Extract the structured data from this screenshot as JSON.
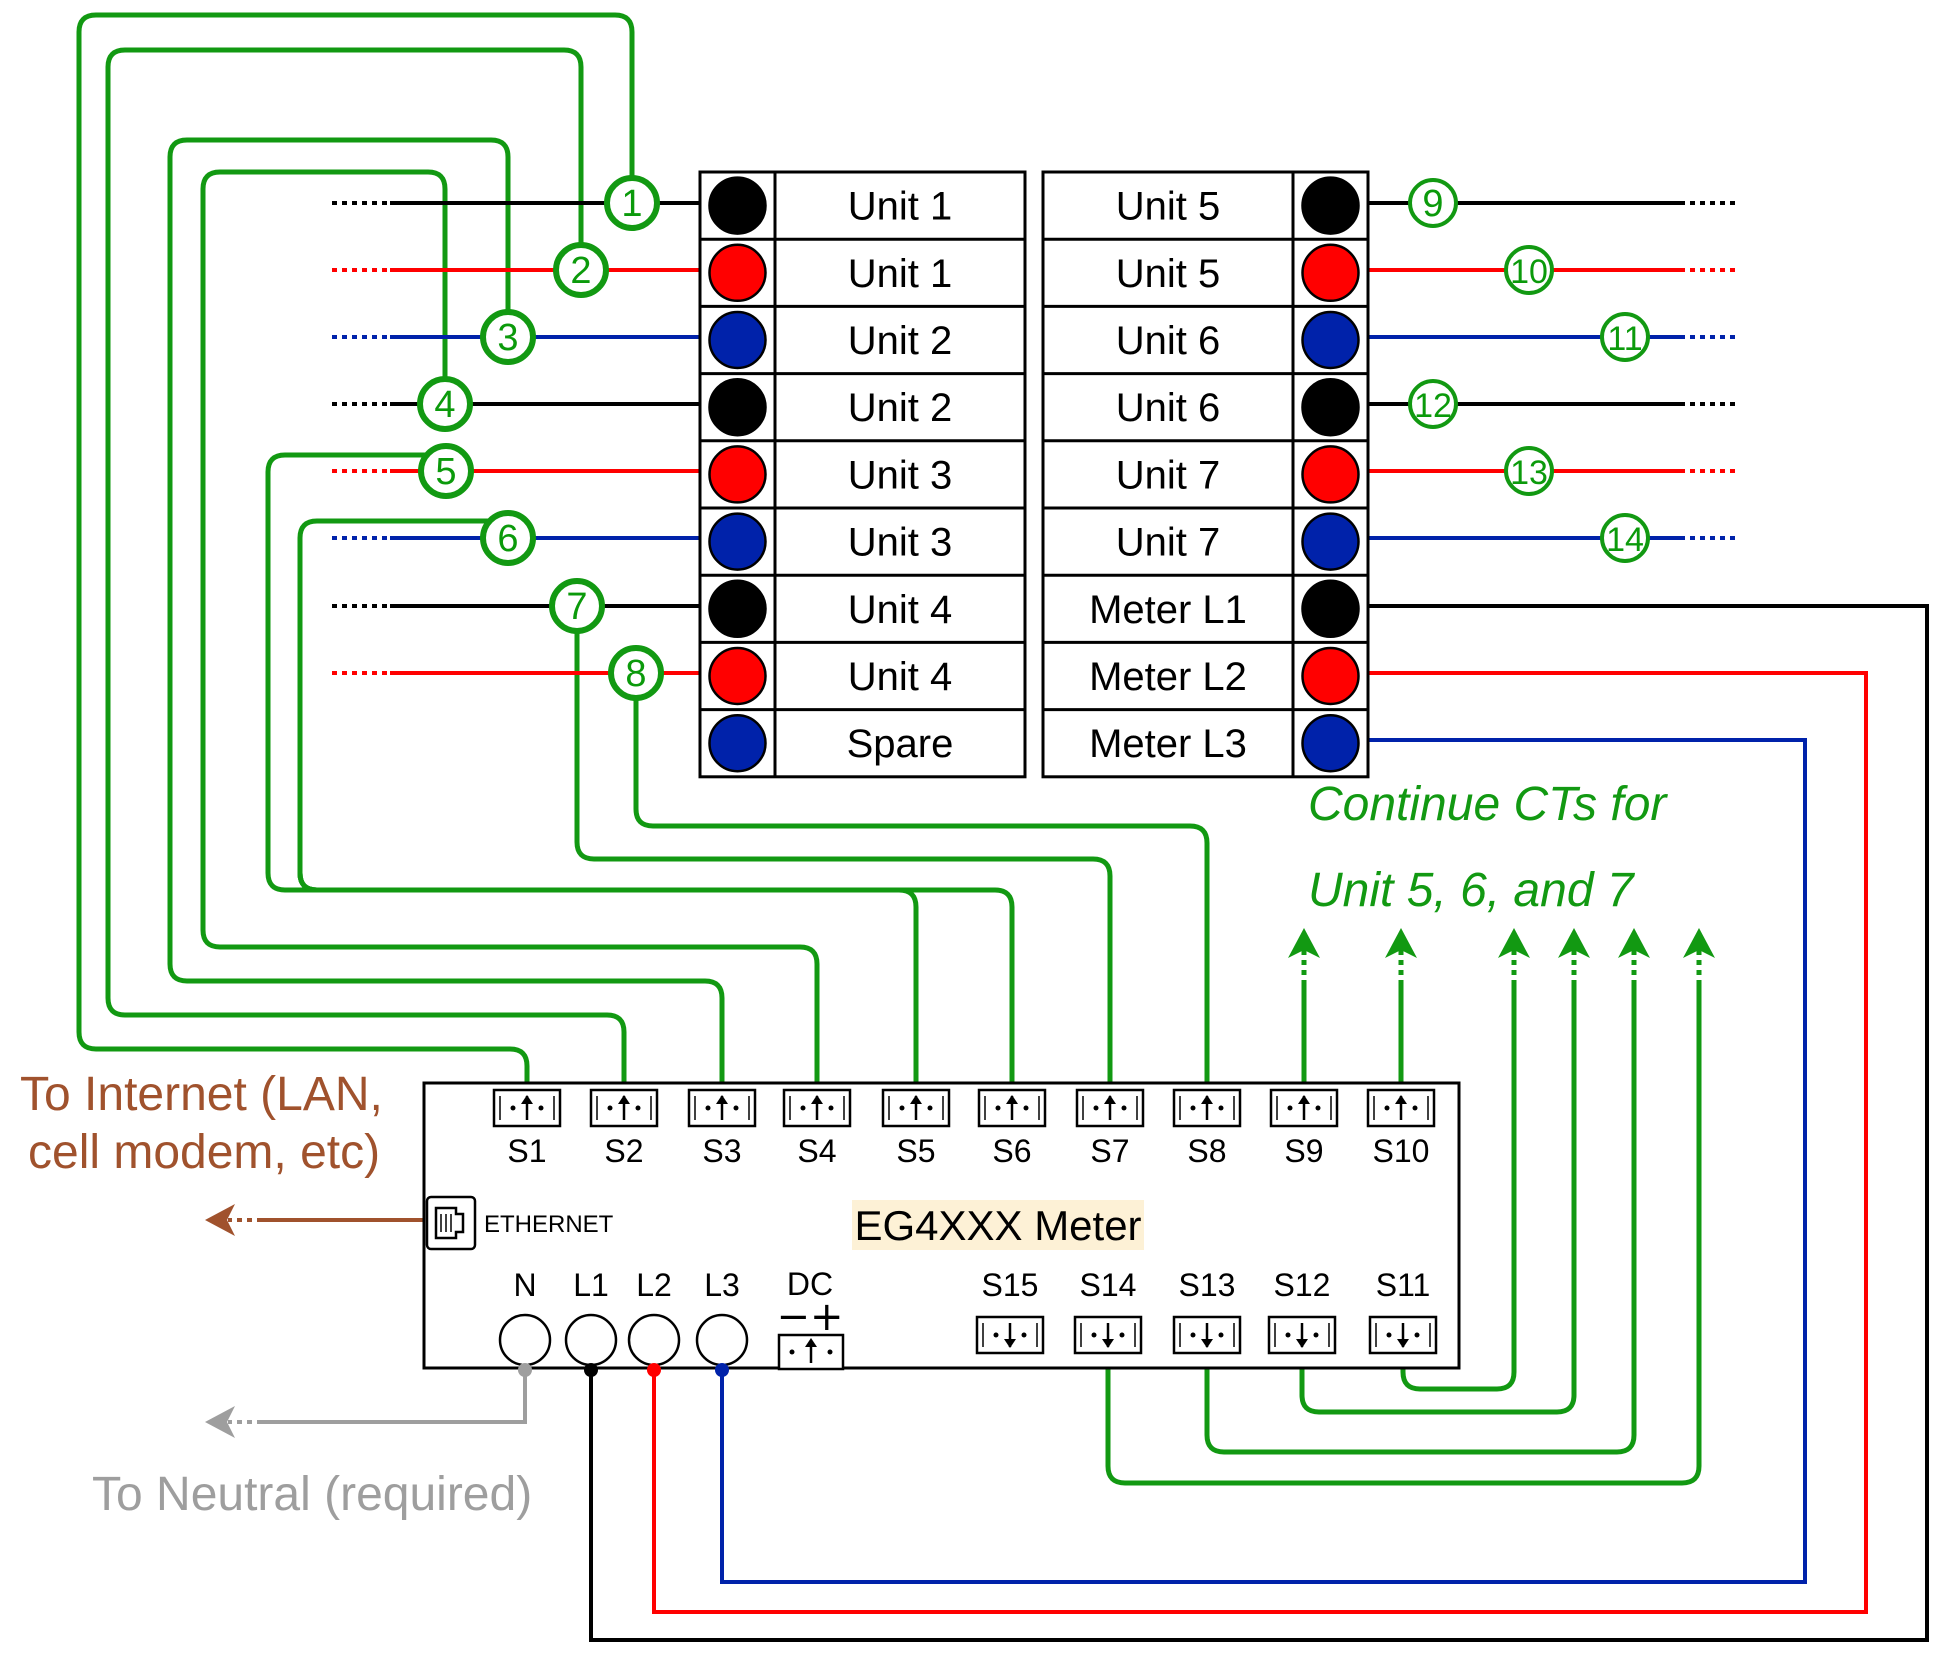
{
  "table_left": {
    "rows": [
      {
        "label": "Unit 1",
        "color": "#000000"
      },
      {
        "label": "Unit 1",
        "color": "#ff0000"
      },
      {
        "label": "Unit 2",
        "color": "#0022aa"
      },
      {
        "label": "Unit 2",
        "color": "#000000"
      },
      {
        "label": "Unit 3",
        "color": "#ff0000"
      },
      {
        "label": "Unit 3",
        "color": "#0022aa"
      },
      {
        "label": "Unit 4",
        "color": "#000000"
      },
      {
        "label": "Unit 4",
        "color": "#ff0000"
      },
      {
        "label": "Spare",
        "color": "#0022aa"
      }
    ]
  },
  "table_right": {
    "rows": [
      {
        "label": "Unit 5",
        "color": "#000000"
      },
      {
        "label": "Unit 5",
        "color": "#ff0000"
      },
      {
        "label": "Unit 6",
        "color": "#0022aa"
      },
      {
        "label": "Unit 6",
        "color": "#000000"
      },
      {
        "label": "Unit 7",
        "color": "#ff0000"
      },
      {
        "label": "Unit 7",
        "color": "#0022aa"
      },
      {
        "label": "Meter L1",
        "color": "#000000"
      },
      {
        "label": "Meter L2",
        "color": "#ff0000"
      },
      {
        "label": "Meter L3",
        "color": "#0022aa"
      }
    ]
  },
  "ct_markers": [
    "1",
    "2",
    "3",
    "4",
    "5",
    "6",
    "7",
    "8",
    "9",
    "10",
    "11",
    "12",
    "13",
    "14"
  ],
  "meter": {
    "title": "EG4XXX Meter",
    "top_ports": [
      "S1",
      "S2",
      "S3",
      "S4",
      "S5",
      "S6",
      "S7",
      "S8",
      "S9",
      "S10"
    ],
    "bottom_ports": [
      "S15",
      "S14",
      "S13",
      "S12",
      "S11"
    ],
    "voltage_inputs": [
      "N",
      "L1",
      "L2",
      "L3"
    ],
    "dc_label": "DC",
    "dc_symbols": "−+",
    "ethernet_label": "ETHERNET"
  },
  "notes": {
    "continue_line1": "Continue CTs for",
    "continue_line2": "Unit 5, 6, and 7",
    "internet_line1": "To Internet (LAN,",
    "internet_line2": "cell modem, etc)",
    "neutral": "To Neutral (required)"
  },
  "colors": {
    "ct_green": "#129912",
    "black": "#000000",
    "red": "#ff0000",
    "blue": "#0022aa",
    "brown": "#a0522d",
    "grey": "#9e9e9e",
    "meter_title_bg": "#fdf1d6"
  }
}
